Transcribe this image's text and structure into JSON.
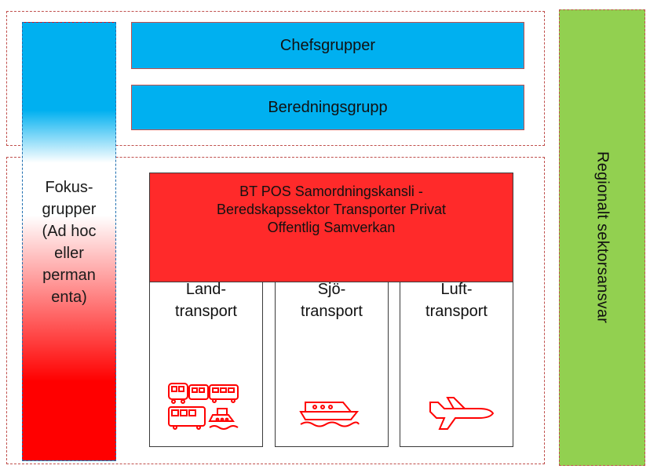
{
  "chefsgrupper": "Chefsgrupper",
  "beredningsgrupp": "Beredningsgrupp",
  "fokus": [
    "Fokus-",
    "grupper",
    "(Ad hoc",
    "eller",
    "perman",
    "enta)"
  ],
  "samordning": [
    "BT POS Samordningskansli  -",
    "Beredskapssektor Transporter Privat",
    "Offentlig Samverkan"
  ],
  "transports": [
    {
      "line1": "Land-",
      "line2": "transport"
    },
    {
      "line1": "Sjö-",
      "line2": "transport"
    },
    {
      "line1": "Luft-",
      "line2": "transport"
    }
  ],
  "regional": "Regionalt sektorsansvar",
  "colors": {
    "blue": "#00b0f0",
    "red": "#ff0000",
    "green": "#92d050",
    "dash": "#c0504d",
    "icon": "#ff0000"
  },
  "icons": [
    "bus-train-icon",
    "ship-icon",
    "airplane-icon"
  ]
}
